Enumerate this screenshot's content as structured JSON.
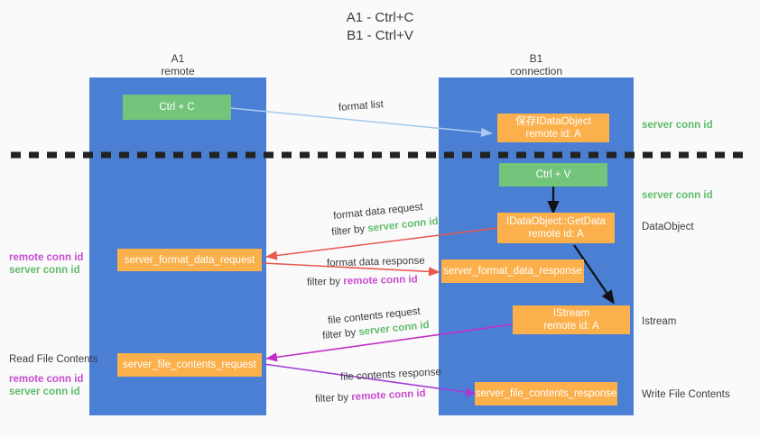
{
  "title": {
    "line1": "A1 - Ctrl+C",
    "line2": "B1 - Ctrl+V"
  },
  "lanes": [
    {
      "id": "A1",
      "name": "A1",
      "sub": "remote",
      "color": "#4a7fd4"
    },
    {
      "id": "B1",
      "name": "B1",
      "sub": "connection",
      "color": "#4a7fd4"
    }
  ],
  "colors": {
    "lane": "#4a7fd4",
    "green_box": "#74c47c",
    "orange_box": "#fbb04c",
    "server_conn_id": "#5fbb6a",
    "remote_conn_id": "#c84cd0",
    "arrow_blue": "#a8cbee",
    "arrow_red": "#e8574c",
    "arrow_magenta": "#c22ec7",
    "arrow_purple": "#a13fd4",
    "arrow_black": "#111111",
    "divider": "#222222"
  },
  "boxes": [
    {
      "key": "ctrl_c",
      "label": "Ctrl + C",
      "sub": "",
      "style": "green"
    },
    {
      "key": "save_idataobject",
      "label": "保存IDataObject",
      "sub": "remote id: A",
      "style": "orange"
    },
    {
      "key": "ctrl_v",
      "label": "Ctrl + V",
      "sub": "",
      "style": "green"
    },
    {
      "key": "getdata",
      "label": "IDataObject::GetData",
      "sub": "remote id: A",
      "style": "orange"
    },
    {
      "key": "server_format_data_request",
      "label": "server_format_data_request",
      "sub": "",
      "style": "orange"
    },
    {
      "key": "server_format_data_response",
      "label": "server_format_data_response",
      "sub": "",
      "style": "orange"
    },
    {
      "key": "istream",
      "label": "IStream",
      "sub": "remote id: A",
      "style": "orange"
    },
    {
      "key": "server_file_contents_request",
      "label": "server_file_contents_request",
      "sub": "",
      "style": "orange"
    },
    {
      "key": "server_file_contents_response",
      "label": "server_file_contents_response",
      "sub": "",
      "style": "orange"
    }
  ],
  "flow_labels": {
    "format_list": "format list",
    "format_data_request": "format data request",
    "format_data_response": "format data response",
    "file_contents_request": "file contents request",
    "file_contents_response": "file contents response",
    "filter_by": "filter by",
    "server_conn_id": "server conn id",
    "remote_conn_id": "remote conn id"
  },
  "side_labels": {
    "right": [
      {
        "key": "server_conn_id_1",
        "text": "server conn id",
        "color": "#5fbb6a"
      },
      {
        "key": "server_conn_id_2",
        "text": "server conn id",
        "color": "#5fbb6a"
      },
      {
        "key": "dataobject",
        "text": "DataObject",
        "color": "#3c3c3c"
      },
      {
        "key": "istream",
        "text": "Istream",
        "color": "#3c3c3c"
      },
      {
        "key": "write_file",
        "text": "Write File Contents",
        "color": "#3c3c3c"
      }
    ],
    "left": [
      {
        "key": "remote_conn_id_1",
        "text": "remote conn id",
        "color": "#c84cd0"
      },
      {
        "key": "server_conn_id_1",
        "text": "server conn id",
        "color": "#5fbb6a"
      },
      {
        "key": "read_file",
        "text": "Read File Contents",
        "color": "#3c3c3c"
      },
      {
        "key": "remote_conn_id_2",
        "text": "remote conn id",
        "color": "#c84cd0"
      },
      {
        "key": "server_conn_id_2",
        "text": "server conn id",
        "color": "#5fbb6a"
      }
    ]
  }
}
